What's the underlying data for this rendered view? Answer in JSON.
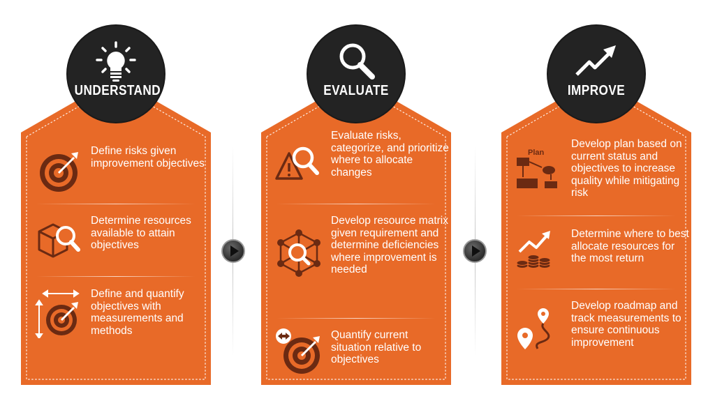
{
  "colors": {
    "card": "#E86A28",
    "circle": "#232323",
    "icon_dark": "#6B2A12",
    "white": "#FFFFFF"
  },
  "columns": [
    {
      "title": "UNDERSTAND",
      "icon": "lightbulb-icon",
      "items": [
        {
          "icon": "target-icon",
          "text": "Define risks given improvement objectives"
        },
        {
          "icon": "box-magnifier-icon",
          "text": "Determine resources available to attain objectives"
        },
        {
          "icon": "target-measure-icon",
          "text": "Define and quantify objectives with measurements and methods"
        }
      ]
    },
    {
      "title": "EVALUATE",
      "icon": "magnifier-icon",
      "items": [
        {
          "icon": "risk-magnifier-icon",
          "text": "Evaluate risks, categorize, and prioritize where to allocate changes"
        },
        {
          "icon": "network-magnifier-icon",
          "text": "Develop resource matrix given requirement and determine deficiencies where improvement is needed"
        },
        {
          "icon": "target-direction-icon",
          "text": "Quantify current situation relative to objectives"
        }
      ]
    },
    {
      "title": "IMPROVE",
      "icon": "trend-arrow-icon",
      "items": [
        {
          "icon": "plan-flowchart-icon",
          "label": "Plan",
          "text": "Develop plan based on current status and objectives to increase quality while mitigating risk"
        },
        {
          "icon": "growth-coins-icon",
          "text": "Determine where to best allocate resources for the most return"
        },
        {
          "icon": "roadmap-pins-icon",
          "text": "Develop roadmap and track measurements to ensure continuous improvement"
        }
      ]
    }
  ]
}
